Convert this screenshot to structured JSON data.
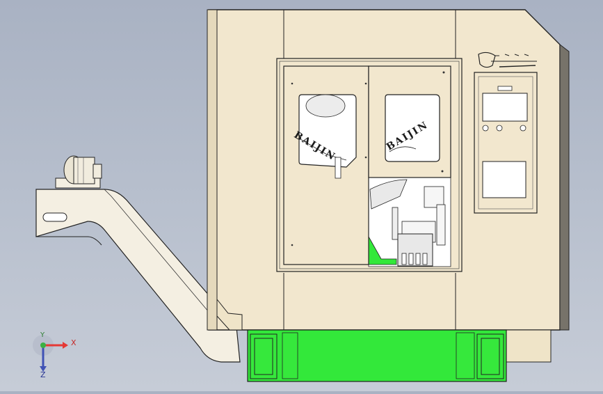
{
  "scene": {
    "colors": {
      "background_top": "#a9b2c3",
      "background_bottom": "#c6ccd7",
      "machine_body": "#f1e6cd",
      "machine_edge": "#222222",
      "base": "#33e83a",
      "side_panel": "#77736a"
    }
  },
  "door_logo": {
    "left_text": "BAIJIN",
    "right_text": "BAIJIN"
  },
  "triad": {
    "x_label": "X",
    "y_label": "Y",
    "z_label": "Z"
  }
}
